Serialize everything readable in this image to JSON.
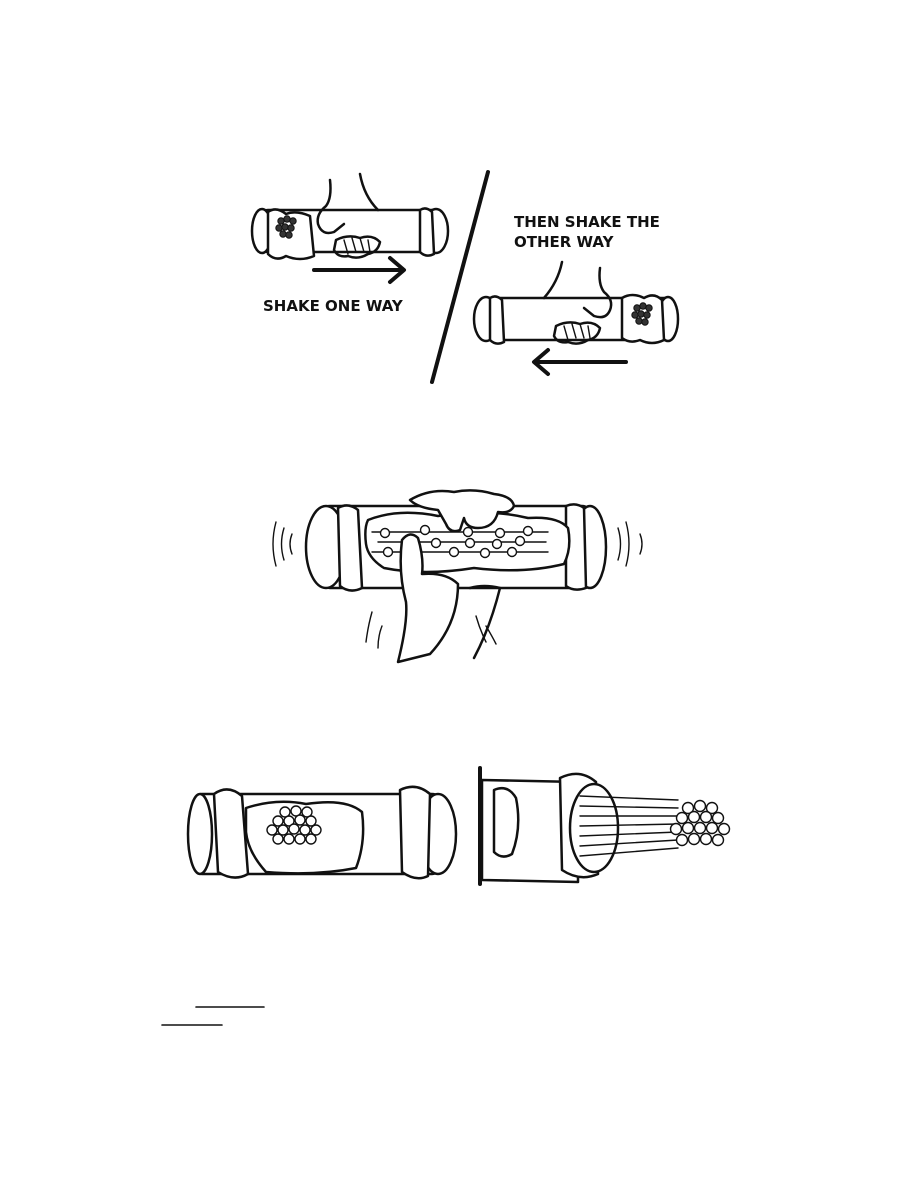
{
  "panel1": {
    "left_caption": "SHAKE ONE WAY",
    "right_caption_line1": "THEN SHAKE THE",
    "right_caption_line2": "OTHER WAY"
  },
  "colors": {
    "ink": "#111111",
    "paper": "#ffffff"
  }
}
